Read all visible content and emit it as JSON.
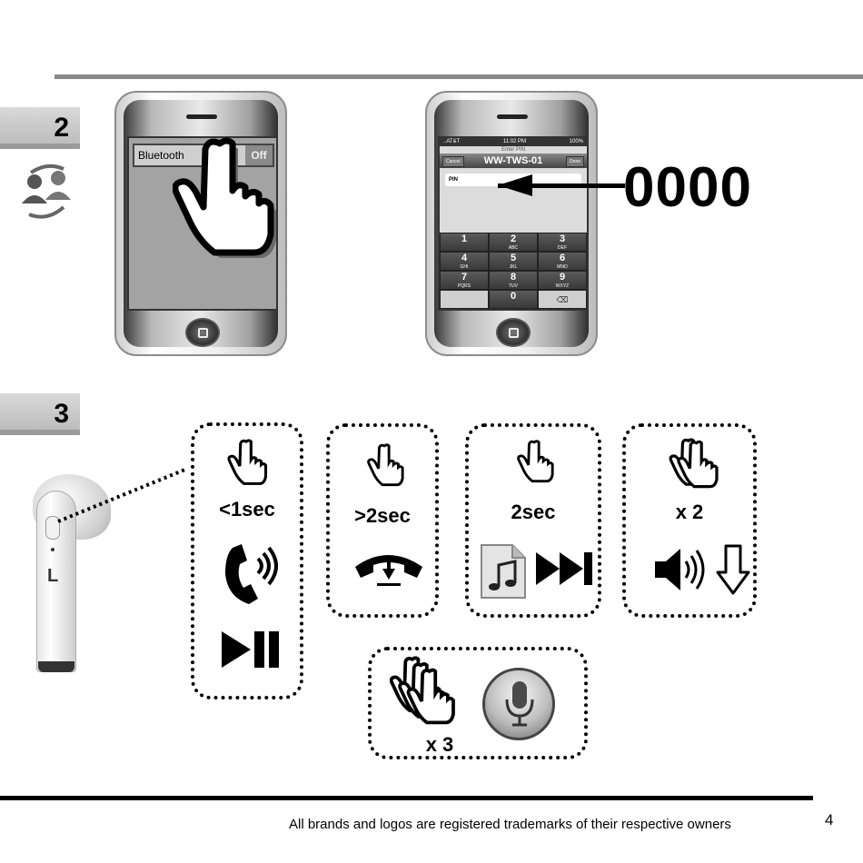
{
  "step2": {
    "number": "2"
  },
  "step3": {
    "number": "3"
  },
  "phone1": {
    "bluetooth_label": "Bluetooth",
    "toggle_label": "Off"
  },
  "phone2": {
    "status_left": "..AT&T",
    "status_time": "11:02 PM",
    "status_right": "100%",
    "enter_pin": "Enter PIN",
    "cancel": "Cancel",
    "device_name": "WW-TWS-01",
    "done": "Done",
    "pin_label": "PIN",
    "keys": [
      {
        "d": "1",
        "s": ""
      },
      {
        "d": "2",
        "s": "ABC"
      },
      {
        "d": "3",
        "s": "DEF"
      },
      {
        "d": "4",
        "s": "GHI"
      },
      {
        "d": "5",
        "s": "JKL"
      },
      {
        "d": "6",
        "s": "MNO"
      },
      {
        "d": "7",
        "s": "PQRS"
      },
      {
        "d": "8",
        "s": "TUV"
      },
      {
        "d": "9",
        "s": "WXYZ"
      },
      {
        "d": "",
        "s": ""
      },
      {
        "d": "0",
        "s": ""
      },
      {
        "d": "⌫",
        "s": ""
      }
    ]
  },
  "pin_code": "0000",
  "earbud": {
    "side_label": "L"
  },
  "controls": {
    "box1": {
      "label": "<1sec"
    },
    "box2": {
      "label": ">2sec"
    },
    "box3": {
      "label": "2sec"
    },
    "box4": {
      "label": "x 2"
    },
    "box5": {
      "label": "x 3"
    }
  },
  "footer": {
    "trademark": "All brands and logos are registered trademarks of their respective owners",
    "page_number": "4"
  }
}
